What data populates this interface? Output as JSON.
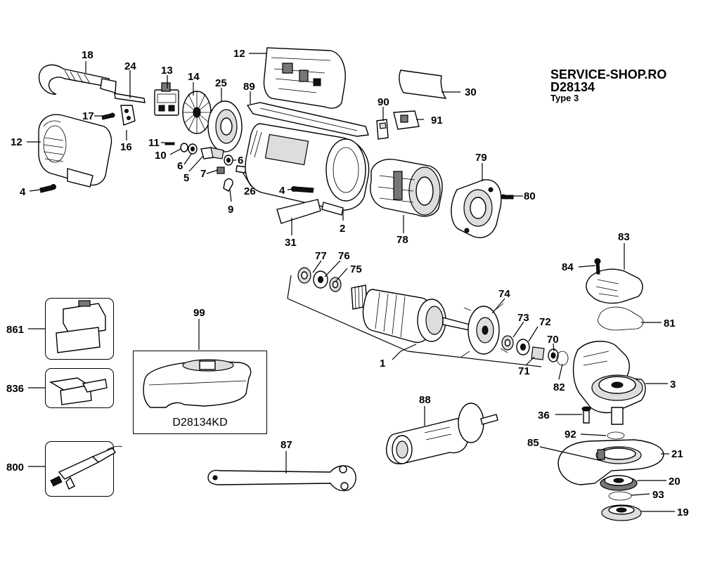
{
  "header": {
    "brand": "SERVICE-SHOP.RO",
    "model": "D28134",
    "type": "Type 3"
  },
  "kit": {
    "label": "D28134KD"
  },
  "callouts": {
    "p1": "1",
    "p2": "2",
    "p3": "3",
    "p4a": "4",
    "p4b": "4",
    "p5": "5",
    "p6a": "6",
    "p6b": "6",
    "p7": "7",
    "p9": "9",
    "p10": "10",
    "p11": "11",
    "p12a": "12",
    "p12b": "12",
    "p13": "13",
    "p14": "14",
    "p16": "16",
    "p17": "17",
    "p18": "18",
    "p19": "19",
    "p20": "20",
    "p21": "21",
    "p24": "24",
    "p25": "25",
    "p26": "26",
    "p30": "30",
    "p31": "31",
    "p36": "36",
    "p70": "70",
    "p71": "71",
    "p72": "72",
    "p73": "73",
    "p74": "74",
    "p75": "75",
    "p76": "76",
    "p77": "77",
    "p78": "78",
    "p79": "79",
    "p80": "80",
    "p81": "81",
    "p82": "82",
    "p83": "83",
    "p84": "84",
    "p85": "85",
    "p87": "87",
    "p88": "88",
    "p89": "89",
    "p90": "90",
    "p91": "91",
    "p92": "92",
    "p93": "93",
    "p99": "99",
    "p800": "800",
    "p836": "836",
    "p861": "861"
  },
  "icons": [
    "exploded-parts-drawing"
  ]
}
